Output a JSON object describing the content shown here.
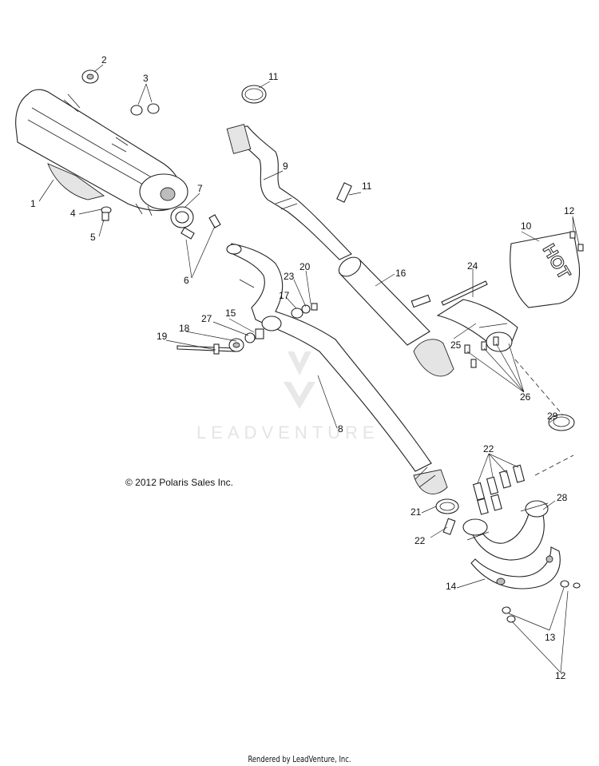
{
  "diagram": {
    "watermark": "LEADVENTURE",
    "copyright": "© 2012 Polaris Sales Inc.",
    "footer": "Rendered by LeadVenture, Inc.",
    "callouts": [
      "1",
      "2",
      "3",
      "4",
      "5",
      "6",
      "7",
      "8",
      "9",
      "10",
      "11",
      "11",
      "12",
      "12",
      "13",
      "14",
      "15",
      "16",
      "17",
      "18",
      "19",
      "20",
      "21",
      "22",
      "22",
      "23",
      "24",
      "25",
      "26",
      "27",
      "28",
      "29"
    ],
    "hot_label": "HOT"
  }
}
